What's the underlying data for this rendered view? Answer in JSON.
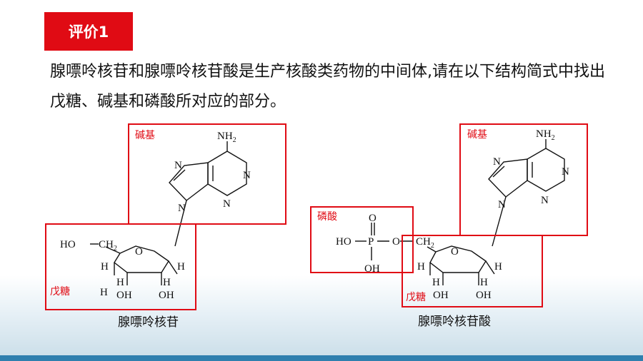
{
  "header": {
    "title": "评价1"
  },
  "question": {
    "text": "腺嘌呤核苷和腺嘌呤核苷酸是生产核酸类药物的中间体,请在以下结构简式中找出戊糖、碱基和磷酸所对应的部分。"
  },
  "left_diagram": {
    "base_label": "碱基",
    "sugar_label": "戊糖",
    "caption": "腺嘌呤核苷",
    "atoms": {
      "nh2": "NH",
      "nh2_sub": "2",
      "n": "N",
      "ho": "HO",
      "ch2": "CH",
      "ch2_sub": "2",
      "o": "O",
      "h": "H",
      "oh": "OH"
    }
  },
  "right_diagram": {
    "base_label": "碱基",
    "phosphate_label": "磷酸",
    "sugar_label": "戊糖",
    "caption": "腺嘌呤核苷酸",
    "atoms": {
      "nh2": "NH",
      "nh2_sub": "2",
      "n": "N",
      "ho": "HO",
      "p": "P",
      "o": "O",
      "oh": "OH",
      "ch2": "CH",
      "ch2_sub": "2",
      "h": "H"
    }
  },
  "colors": {
    "accent": "#e00b14",
    "bar": "#2f7fae"
  }
}
